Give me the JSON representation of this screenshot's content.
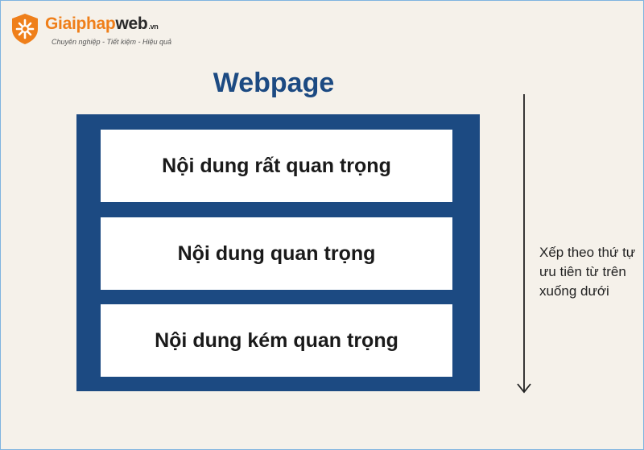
{
  "logo": {
    "brand_orange": "Giai",
    "brand_orange2": "phap",
    "brand_dark": "web",
    "tld": ".vn",
    "tagline": "Chuyên nghiệp - Tiết kiệm - Hiệu quả"
  },
  "title": "Webpage",
  "blocks": [
    {
      "label": "Nội dung rất quan trọng"
    },
    {
      "label": "Nội dung quan trọng"
    },
    {
      "label": "Nội dung kém quan trọng"
    }
  ],
  "side_note": "Xếp theo thứ tự ưu tiên từ trên xuống dưới",
  "colors": {
    "navy": "#1c4a82",
    "orange": "#ef7f1a",
    "background": "#f5f1ea"
  }
}
